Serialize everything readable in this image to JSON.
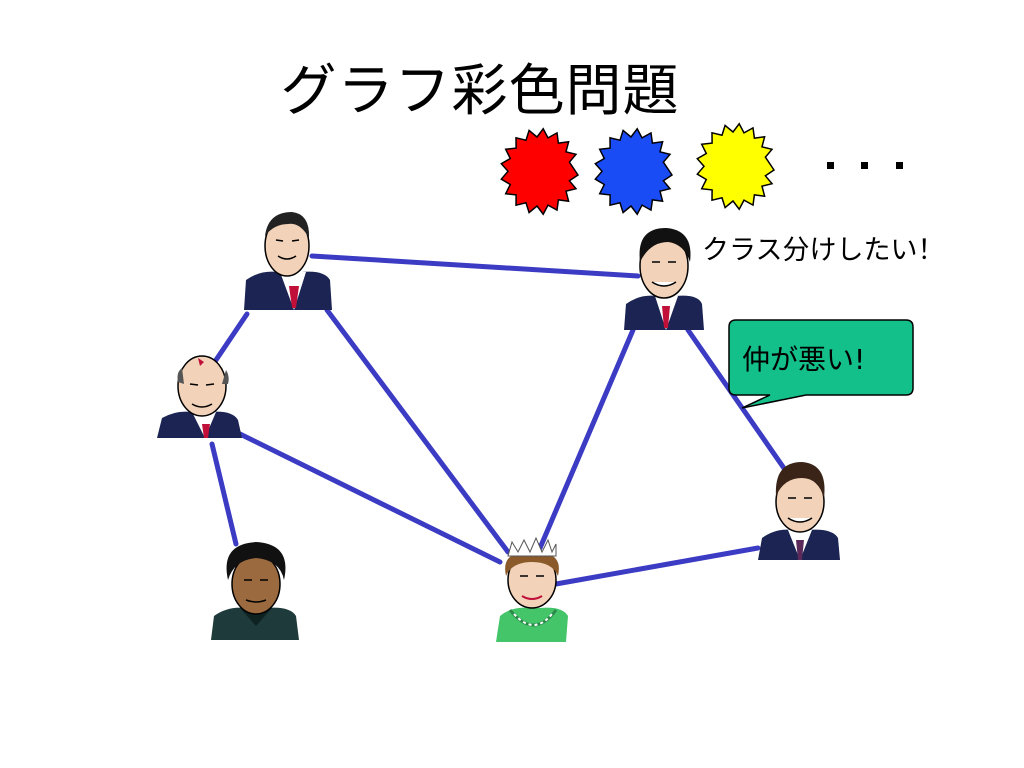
{
  "slide": {
    "title": "グラフ彩色問題",
    "classify_label": "クラス分けしたい！",
    "callout_text": "仲が悪い!",
    "ellipsis": "・・・"
  },
  "colors": {
    "edge": "#3b3bc4",
    "star_red": "#ff0000",
    "star_blue": "#1a4cf5",
    "star_yellow": "#ffff00",
    "callout_fill": "#14c08a",
    "suit_navy": "#1b2452",
    "queen_dress": "#44c56a",
    "tie_red": "#c0103a"
  },
  "color_stars": [
    {
      "name": "red-star",
      "color": "#ff0000"
    },
    {
      "name": "blue-star",
      "color": "#1a4cf5"
    },
    {
      "name": "yellow-star",
      "color": "#ffff00"
    }
  ],
  "graph": {
    "nodes": [
      "leader-top-left",
      "leader-top-right",
      "leader-middle-left",
      "leader-bottom-left",
      "queen-bottom-center",
      "leader-bottom-right"
    ],
    "edges": [
      [
        "leader-top-left",
        "leader-top-right"
      ],
      [
        "leader-top-left",
        "leader-middle-left"
      ],
      [
        "leader-top-left",
        "queen-bottom-center"
      ],
      [
        "leader-middle-left",
        "leader-bottom-left"
      ],
      [
        "leader-middle-left",
        "queen-bottom-center"
      ],
      [
        "leader-top-right",
        "queen-bottom-center"
      ],
      [
        "leader-top-right",
        "leader-bottom-right"
      ],
      [
        "queen-bottom-center",
        "leader-bottom-right"
      ]
    ]
  }
}
